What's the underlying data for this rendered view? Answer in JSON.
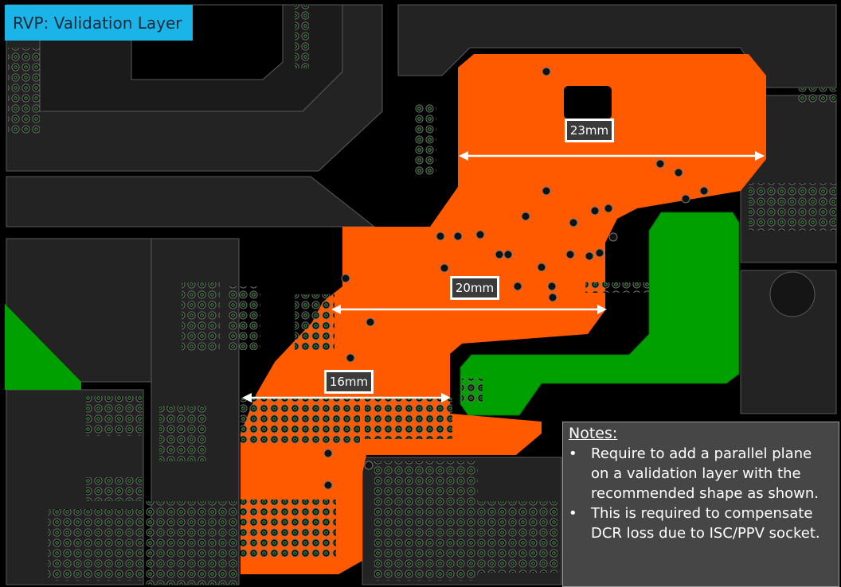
{
  "title": "RVP: Validation Layer",
  "dimensions": {
    "d23": "23mm",
    "d20": "20mm",
    "d16": "16mm"
  },
  "notes": {
    "heading": "Notes:",
    "items": [
      "Require to add a parallel plane on a validation layer with the recommended shape as shown.",
      "This is required to compensate DCR loss due to ISC/PPV socket."
    ]
  },
  "colors": {
    "title_bg": "#1ab4e8",
    "plane_orange": "#ff5a00",
    "plane_green": "#00a000",
    "copper_dark": "#222222",
    "background": "#000000",
    "annotation": "#ffffff"
  }
}
